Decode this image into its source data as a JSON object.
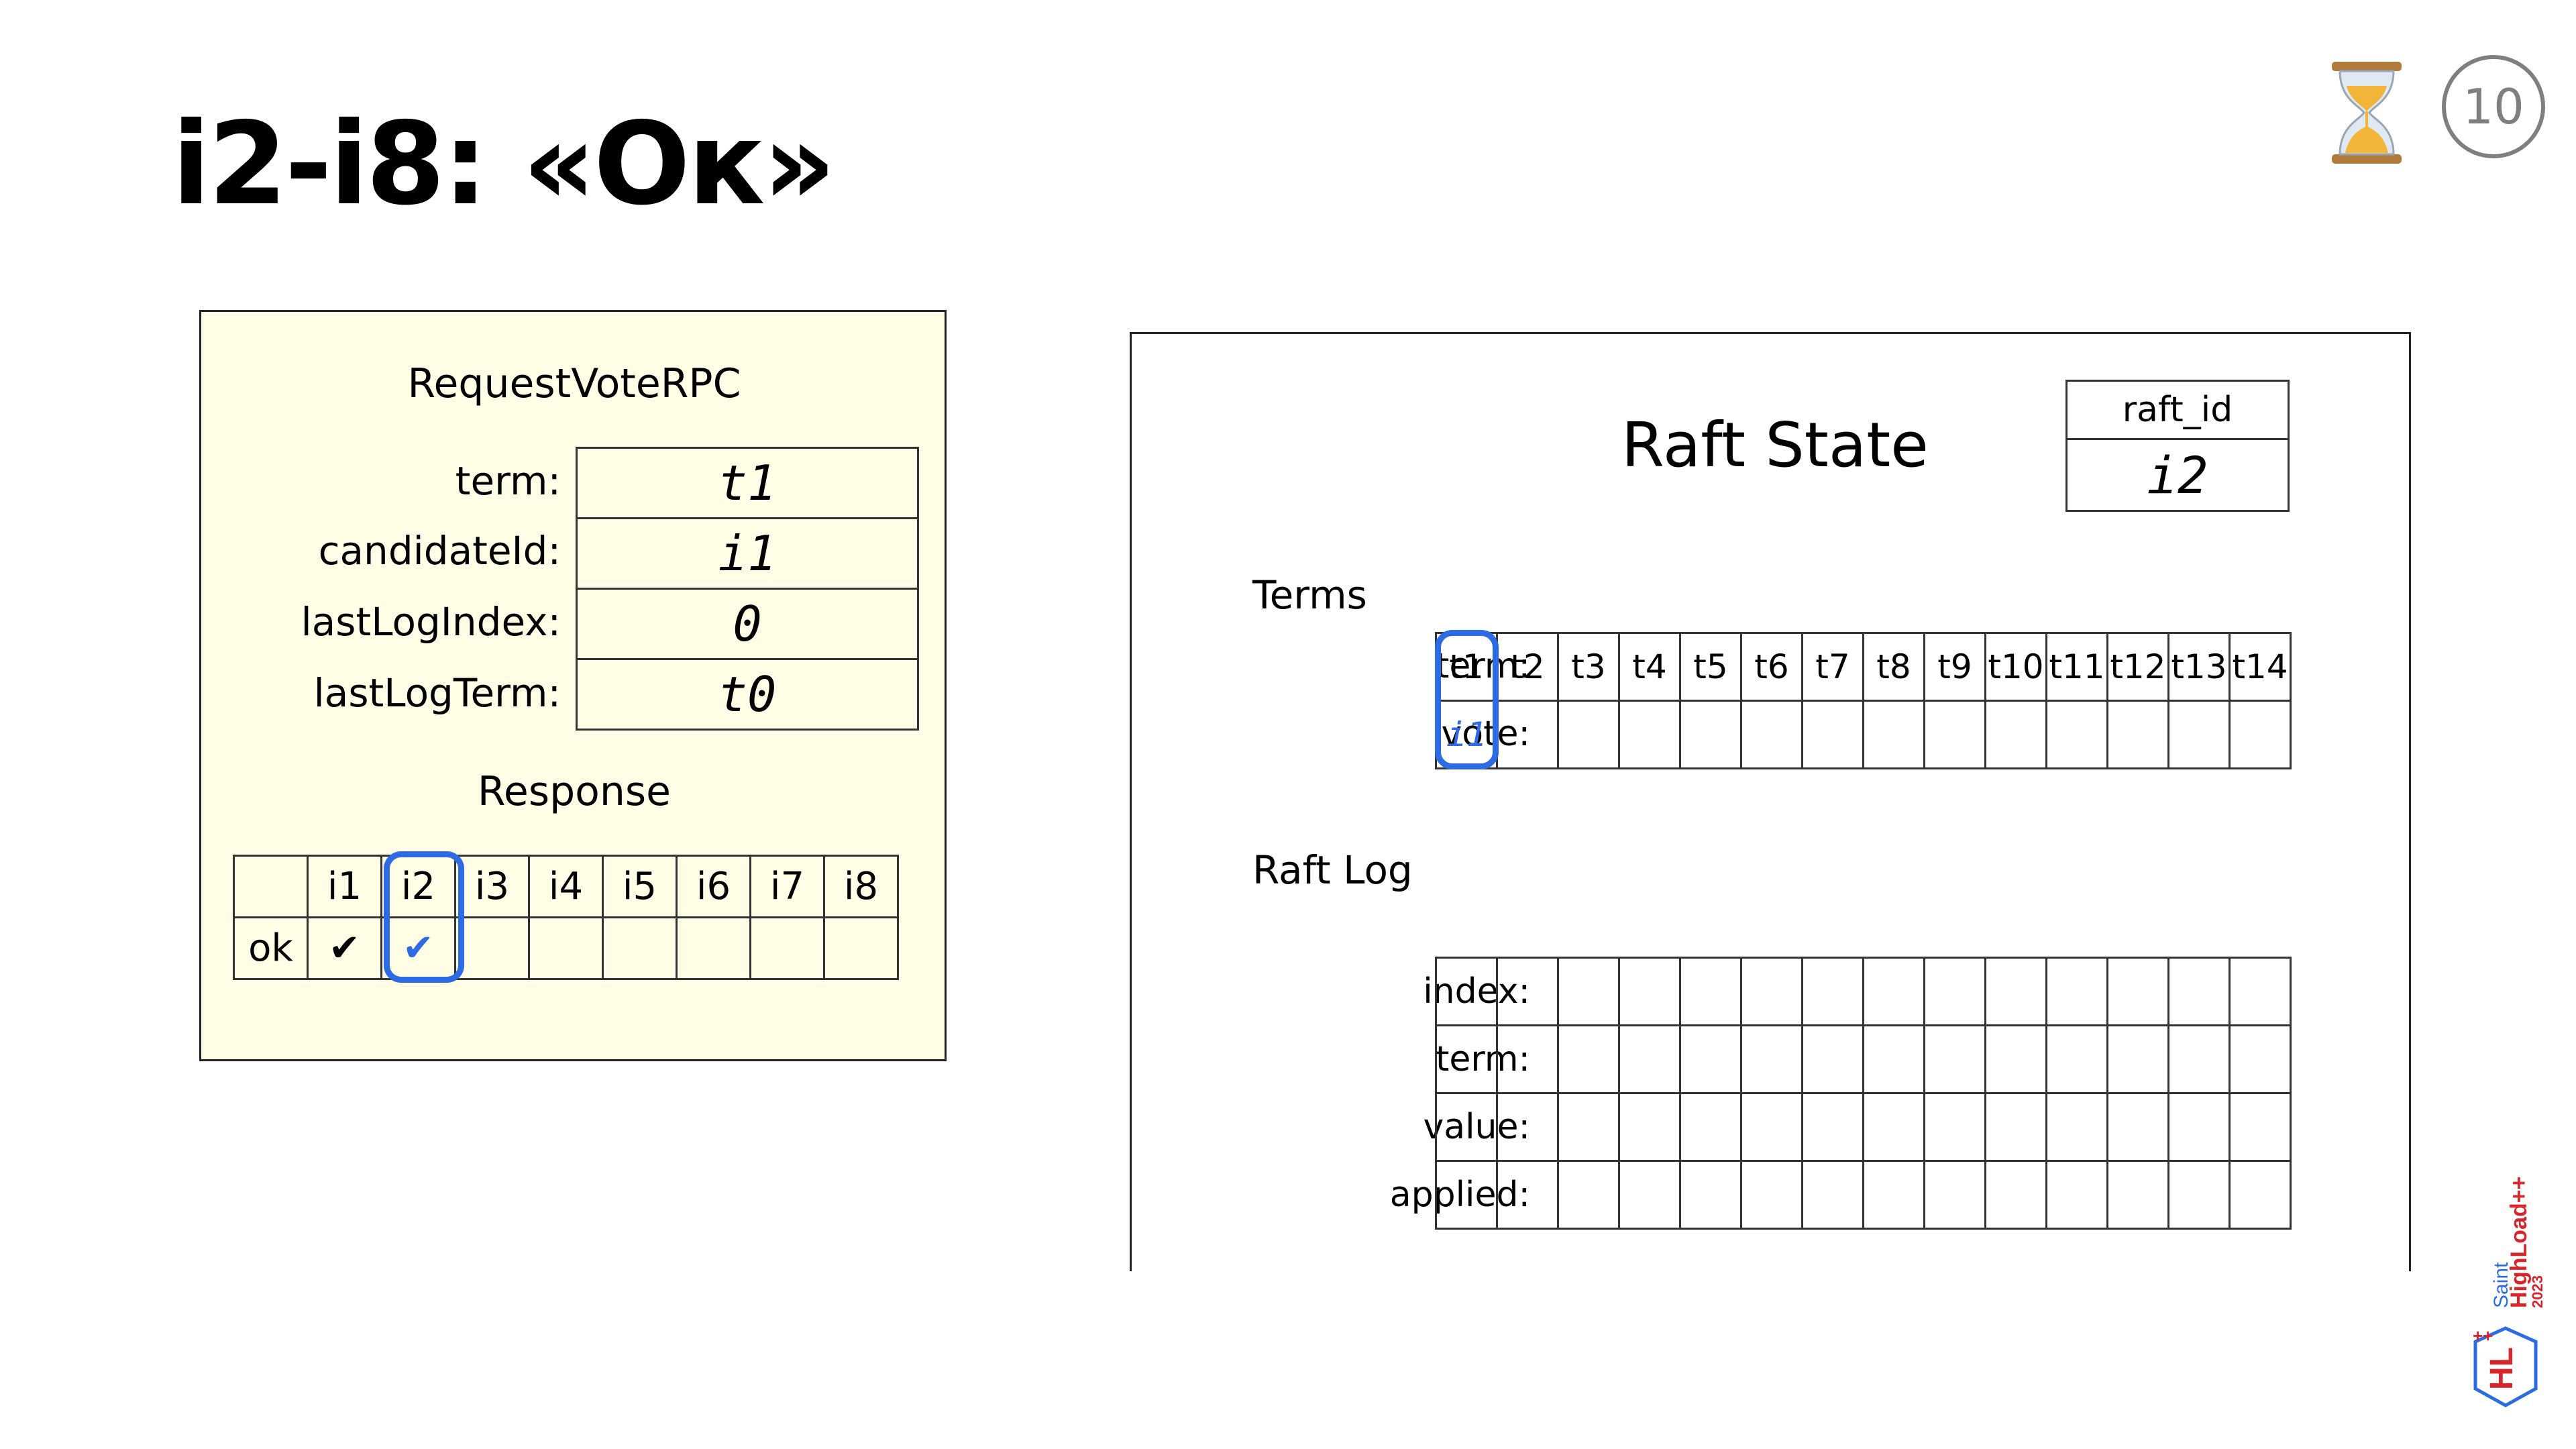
{
  "slide": {
    "title": "i2-i8: «Ок»",
    "number": "10",
    "hourglass_icon": "hourglass-icon",
    "accent_color": "#2c6be3"
  },
  "request_vote": {
    "title": "RequestVoteRPC",
    "fields": [
      {
        "label": "term:",
        "value": "t1"
      },
      {
        "label": "candidateId:",
        "value": "i1"
      },
      {
        "label": "lastLogIndex:",
        "value": "0"
      },
      {
        "label": "lastLogTerm:",
        "value": "t0"
      }
    ],
    "response_title": "Response",
    "response_headers": [
      "i1",
      "i2",
      "i3",
      "i4",
      "i5",
      "i6",
      "i7",
      "i8"
    ],
    "response_row_label": "ok",
    "response_values": [
      "✔",
      "✔",
      "",
      "",
      "",
      "",
      "",
      ""
    ],
    "highlighted_node": "i2"
  },
  "raft_state": {
    "title": "Raft State",
    "raft_id_label": "raft_id",
    "raft_id_value": "i2",
    "terms_label": "Terms",
    "term_row_label": "term:",
    "vote_row_label": "vote:",
    "terms": [
      "t1",
      "t2",
      "t3",
      "t4",
      "t5",
      "t6",
      "t7",
      "t8",
      "t9",
      "t10",
      "t11",
      "t12",
      "t13",
      "t14"
    ],
    "votes": [
      "i1",
      "",
      "",
      "",
      "",
      "",
      "",
      "",
      "",
      "",
      "",
      "",
      "",
      ""
    ],
    "log_label": "Raft Log",
    "log_rows": [
      "index:",
      "term:",
      "value:",
      "applied:"
    ]
  },
  "logo": {
    "text_top": "Saint",
    "text_main": "HighLoad++",
    "year": "2023",
    "mark": "HL",
    "plus": "++"
  }
}
